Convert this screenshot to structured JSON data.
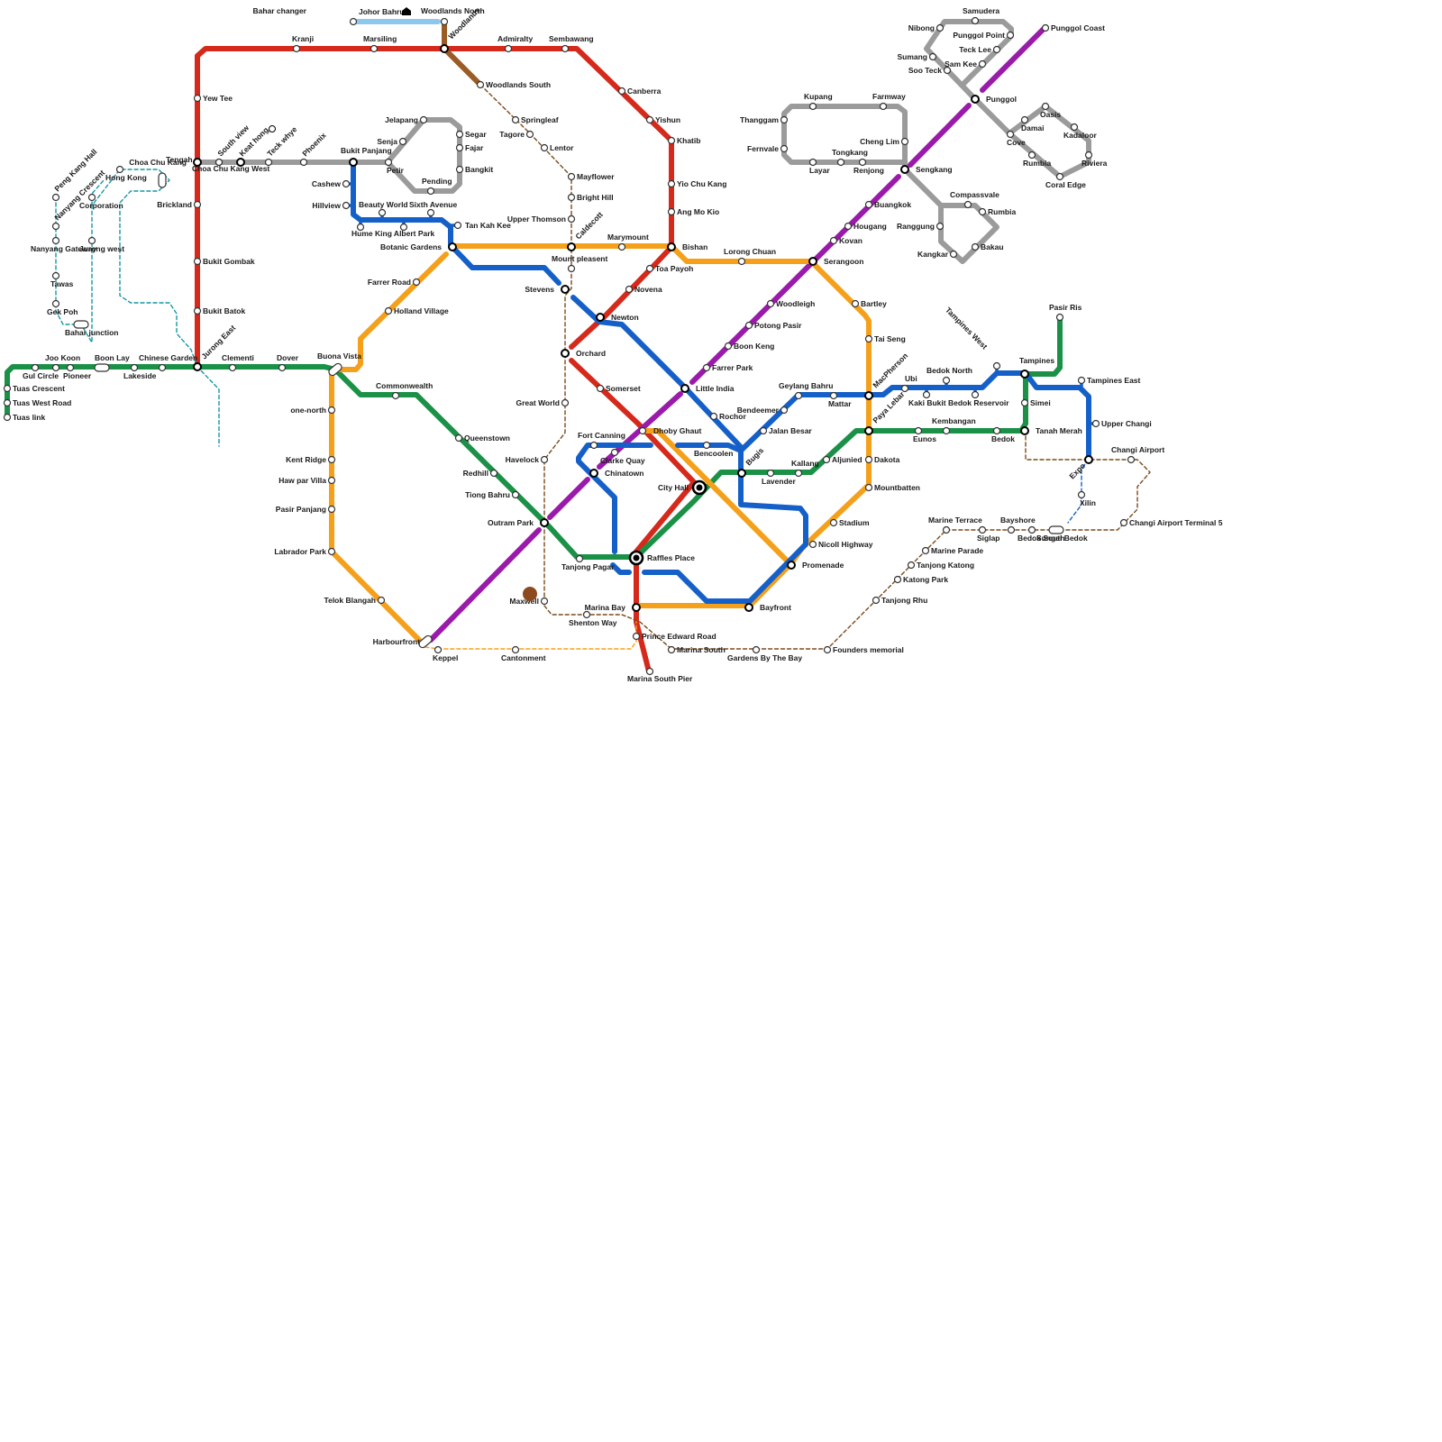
{
  "colors": {
    "red": "#d5291b",
    "green": "#1a9146",
    "purple": "#9a1aaa",
    "orange": "#f5a01a",
    "blue": "#1560c8",
    "grey": "#9b9b9b",
    "brown": "#9b5b25",
    "lightblue": "#8ec7ee",
    "teal": "#1597a3",
    "darkbrown": "#7a4a1a",
    "ball": "#8b4a1f"
  },
  "icons": [
    "house-icon",
    "metro-icon",
    "interchange-ring-icon"
  ],
  "stations": {
    "bahar_changer": "Bahar changer",
    "johor_bahru": "Johor Bahru",
    "woodlands_north": "Woodlands North",
    "woodlands": "Woodlands",
    "kranji": "Kranji",
    "marsiling": "Marsiling",
    "admiralty": "Admiralty",
    "sembawang": "Sembawang",
    "woodlands_south": "Woodlands South",
    "canberra": "Canberra",
    "yishun": "Yishun",
    "khatib": "Khatib",
    "yio_chu_kang": "Yio Chu Kang",
    "ang_mo_kio": "Ang Mo Kio",
    "bishan": "Bishan",
    "springleaf": "Springleaf",
    "tagore": "Tagore",
    "lentor": "Lentor",
    "mayflower": "Mayflower",
    "bright_hill": "Bright Hill",
    "upper_thomson": "Upper Thomson",
    "caldecott": "Caldecott",
    "marymount": "Marymount",
    "mount_pleasent": "Mount pleasent",
    "toa_payoh": "Toa Payoh",
    "novena": "Novena",
    "newton": "Newton",
    "stevens": "Stevens",
    "orchard": "Orchard",
    "somerset": "Somerset",
    "great_world": "Great World",
    "dhoby_ghaut": "Dhoby Ghaut",
    "city_hall": "City Hall",
    "raffles_place": "Raffles Place",
    "marina_bay": "Marina Bay",
    "marina_south_pier": "Marina South Pier",
    "prince_edward": "Prince Edward Road",
    "marina_south": "Marina South",
    "gardens_by_the_bay": "Gardens By The Bay",
    "founders_memorial": "Founders memorial",
    "tanjong_rhu": "Tanjong Rhu",
    "katong_park": "Katong Park",
    "tanjong_katong": "Tanjong Katong",
    "marine_parade": "Marine Parade",
    "marine_terrace": "Marine Terrace",
    "siglap": "Siglap",
    "bayshore": "Bayshore",
    "bedok_south": "Bedok South",
    "sungei_bedok": "Sungei Bedok",
    "changi_t5": "Changi Airport Terminal 5",
    "yew_tee": "Yew Tee",
    "choa_chu_kang": "Choa Chu Kang",
    "choa_chu_kang_west": "Choa Chu Kang West",
    "brickland": "Brickland",
    "bukit_gombak": "Bukit Gombak",
    "bukit_batok": "Bukit Batok",
    "jurong_east": "Jurong East",
    "south_view": "South view",
    "keat_hong": "Keat hong",
    "teck_whye": "Teck whye",
    "phoenix": "Phoenix",
    "bukit_panjang": "Bukit Panjang",
    "senja": "Senja",
    "jelapang": "Jelapang",
    "segar": "Segar",
    "fajar": "Fajar",
    "bangkit": "Bangkit",
    "pending": "Pending",
    "petir": "Petir",
    "cashew": "Cashew",
    "hillview": "Hillview",
    "hume": "Hume",
    "beauty_world": "Beauty World",
    "king_albert_park": "King Albert Park",
    "sixth_avenue": "Sixth Avenue",
    "tan_kah_kee": "Tan Kah Kee",
    "botanic_gardens": "Botanic Gardens",
    "farrer_road": "Farrer Road",
    "holland_village": "Holland Village",
    "buona_vista": "Buona Vista",
    "one_north": "one-north",
    "kent_ridge": "Kent Ridge",
    "haw_par_villa": "Haw par Villa",
    "pasir_panjang": "Pasir Panjang",
    "labrador_park": "Labrador Park",
    "telok_blangah": "Telok Blangah",
    "harbourfront": "Harbourfront",
    "keppel": "Keppel",
    "cantonment": "Cantonment",
    "commonwealth": "Commonwealth",
    "queenstown": "Queenstown",
    "redhill": "Redhill",
    "tiong_bahru": "Tiong Bahru",
    "outram_park": "Outram Park",
    "havelock": "Havelock",
    "maxwell": "Maxwell",
    "shenton_way": "Shenton Way",
    "tanjong_pagar": "Tanjong Pagar",
    "chinatown": "Chinatown",
    "clarke_quay": "Clarke Quay",
    "fort_canning": "Fort Canning",
    "bencoolen": "Bencoolen",
    "rochor": "Rochor",
    "little_india": "Little India",
    "farrer_park": "Farrer Park",
    "boon_keng": "Boon Keng",
    "potong_pasir": "Potong Pasir",
    "woodleigh": "Woodleigh",
    "serangoon": "Serangoon",
    "kovan": "Kovan",
    "hougang": "Hougang",
    "buangkok": "Buangkok",
    "sengkang": "Sengkang",
    "punggol": "Punggol",
    "punggol_coast": "Punggol Coast",
    "lorong_chuan": "Lorong Chuan",
    "bartley": "Bartley",
    "tai_seng": "Tai Seng",
    "macpherson": "MacPherson",
    "paya_lebar": "Paya Lebar",
    "dakota": "Dakota",
    "mountbatten": "Mountbatten",
    "stadium": "Stadium",
    "nicoll_highway": "Nicoll Highway",
    "promenade": "Promenade",
    "bayfront": "Bayfront",
    "bugis": "Bugis",
    "jalan_besar": "Jalan Besar",
    "bendeemer": "Bendeemer",
    "geylang_bahru": "Geylang Bahru",
    "mattar": "Mattar",
    "ubi": "Ubi",
    "kaki_bukit": "Kaki Bukit",
    "bedok_north": "Bedok North",
    "bedok_reservoir": "Bedok Reservoir",
    "tampines_west": "Tampines West",
    "tampines": "Tampines",
    "tampines_east": "Tampines East",
    "upper_changi": "Upper Changi",
    "expo": "Expo",
    "xilin": "Xilin",
    "changi_airport": "Changi Airport",
    "pasir_ris": "Pasir Ris",
    "simei": "Simei",
    "tanah_merah": "Tanah Merah",
    "bedok": "Bedok",
    "kembangan": "Kembangan",
    "eunos": "Eunos",
    "aljunied": "Aljunied",
    "kallang": "Kallang",
    "lavender": "Lavender",
    "clementi": "Clementi",
    "dover": "Dover",
    "chinese_garden": "Chinese Garden",
    "lakeside": "Lakeside",
    "boon_lay": "Boon Lay",
    "pioneer": "Pioneer",
    "joo_koon": "Joo Koon",
    "gul_circle": "Gul Circle",
    "tuas_crescent": "Tuas Crescent",
    "tuas_west_road": "Tuas West Road",
    "tuas_link": "Tuas link",
    "peng_kang_hall": "Peng Kang Hall",
    "nanyang_crescent": "Nanyang Crescent",
    "nanyang_gateway": "Nanyang Gateway",
    "jurong_west": "Jurong west",
    "corporation": "Corporation",
    "hong_kong": "Hong Kong",
    "tengah": "Tengah",
    "tawas": "Tawas",
    "gek_poh": "Gek Poh",
    "bahar_junction": "Bahar junction",
    "thanggam": "Thanggam",
    "fernvale": "Fernvale",
    "kupang": "Kupang",
    "farmway": "Farmway",
    "cheng_lim": "Cheng Lim",
    "layar": "Layar",
    "tongkang": "Tongkang",
    "renjong": "Renjong",
    "samudera": "Samudera",
    "nibong": "Nibong",
    "punggol_point": "Punggol Point",
    "teck_lee": "Teck Lee",
    "sumang": "Sumang",
    "sam_kee": "Sam Kee",
    "soo_teck": "Soo Teck",
    "oasis": "Oasis",
    "damai": "Damai",
    "kadaloor": "Kadaloor",
    "cove": "Cove",
    "rumbia_pe": "Rumbia",
    "riviera": "Riviera",
    "coral_edge": "Coral Edge",
    "compassvale": "Compassvale",
    "rumbia_se": "Rumbia",
    "ranggung": "Ranggung",
    "bakau": "Bakau",
    "kangkar": "Kangkar"
  }
}
